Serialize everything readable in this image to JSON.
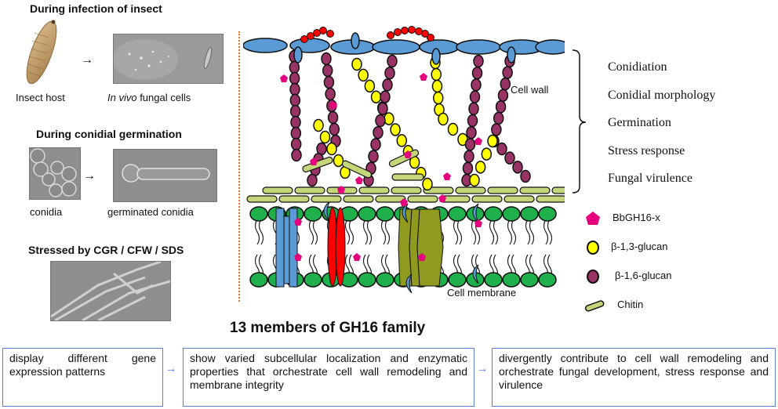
{
  "left_panel": {
    "infection": {
      "heading": "During infection of insect",
      "host_label": "Insect host",
      "cells_label_italic": "In vivo",
      "cells_label_rest": " fungal cells"
    },
    "germination": {
      "heading": "During conidial germination",
      "conidia_label": "conidia",
      "germinated_label": "germinated conidia"
    },
    "stress": {
      "heading": "Stressed by CGR / CFW / SDS"
    },
    "arrow_glyph": "→"
  },
  "diagram": {
    "cell_wall_label": "Cell wall",
    "cell_membrane_label": "Cell membrane",
    "colors": {
      "mannoprotein": "#5b9bd5",
      "red_chain": "#ff0000",
      "beta13": "#ffff00",
      "beta16": "#993366",
      "chitin": "#c4d67a",
      "lipid_head": "#1fb04b",
      "enzyme": "#e6007e",
      "protein_red": "#ff0000",
      "protein_olive": "#8f9a1e",
      "protein_blue": "#5b9bd5",
      "divider": "#f07020"
    }
  },
  "functions": [
    "Conidiation",
    "Conidial morphology",
    "Germination",
    "Stress response",
    "Fungal virulence"
  ],
  "legend": [
    {
      "icon": "pentagon",
      "label": "BbGH16-x",
      "color": "#e6007e"
    },
    {
      "icon": "yellow-circle",
      "label": "β-1,3-glucan",
      "color": "#ffff00"
    },
    {
      "icon": "purple-circle",
      "label": "β-1,6-glucan",
      "color": "#993366"
    },
    {
      "icon": "green-rod",
      "label": "Chitin",
      "color": "#c4d67a"
    }
  ],
  "family_title": "13 members of GH16 family",
  "flow": {
    "boxes": [
      "display different gene expression patterns",
      "show varied subcellular localization and enzymatic properties that orchestrate cell wall remodeling and membrane integrity",
      "divergently contribute to cell wall remodeling and orchestrate fungal development, stress response and virulence"
    ],
    "arrow_glyph": "→"
  }
}
